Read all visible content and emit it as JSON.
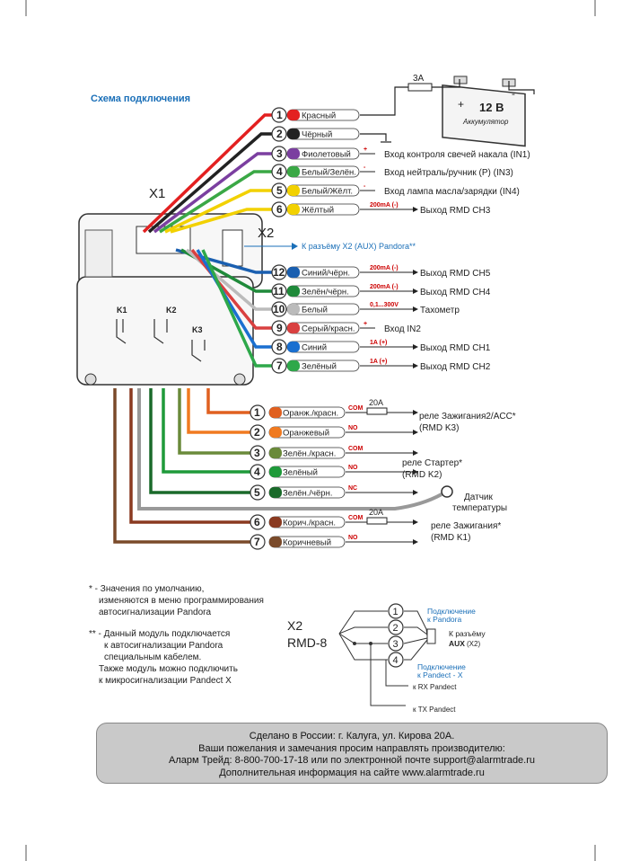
{
  "title": "Схема подключения",
  "x1_label": "X1",
  "x2_label": "X2",
  "x2_rmd_label_1": "X2",
  "x2_rmd_label_2": "RMD-8",
  "battery": {
    "fuse": "3A",
    "voltage": "12 В",
    "name": "Аккумулятор",
    "plus": "+",
    "minus": "-"
  },
  "x2_arrow_text": "К разъёму X2 (AUX) Pandora**",
  "x1_wires": [
    {
      "num": "1",
      "label": "Красный",
      "color": "#e32020",
      "desc": ""
    },
    {
      "num": "2",
      "label": "Чёрный",
      "color": "#222222",
      "desc": ""
    },
    {
      "num": "3",
      "label": "Фиолетовый",
      "color": "#7b3fa0",
      "desc": "Вход контроля свечей накала (IN1)",
      "mark": "+"
    },
    {
      "num": "4",
      "label": "Белый/Зелён.",
      "color": "#3aa845",
      "desc": "Вход нейтраль/ручник (P) (IN3)",
      "mark": "-"
    },
    {
      "num": "5",
      "label": "Белый/Жёлт.",
      "color": "#f2d100",
      "desc": "Вход лампа масла/зарядки (IN4)",
      "mark": "-"
    },
    {
      "num": "6",
      "label": "Жёлтый",
      "color": "#f2d100",
      "desc": "Выход RMD CH3",
      "mark": "200mA (-)"
    },
    {
      "num": "12",
      "label": "Синий/чёрн.",
      "color": "#1a5fb0",
      "desc": "Выход RMD CH5",
      "mark": "200mA (-)"
    },
    {
      "num": "11",
      "label": "Зелён/чёрн.",
      "color": "#1f8a3a",
      "desc": "Выход RMD CH4",
      "mark": "200mA (-)"
    },
    {
      "num": "10",
      "label": "Белый",
      "color": "#bbbbbb",
      "desc": "Тахометр",
      "mark": "0,1...300V"
    },
    {
      "num": "9",
      "label": "Серый/красн.",
      "color": "#d94040",
      "desc": "Вход IN2",
      "mark": "+"
    },
    {
      "num": "8",
      "label": "Синий",
      "color": "#1a6fd0",
      "desc": "Выход RMD CH1",
      "mark": "1A (+)"
    },
    {
      "num": "7",
      "label": "Зелёный",
      "color": "#2ea84a",
      "desc": "Выход RMD CH2",
      "mark": "1A (+)"
    }
  ],
  "relays": {
    "k1": "K1",
    "k2": "K2",
    "k3": "K3"
  },
  "x1b_wires": [
    {
      "num": "1",
      "label": "Оранж./красн.",
      "color": "#e06020",
      "mark": "COM"
    },
    {
      "num": "2",
      "label": "Оранжевый",
      "color": "#f07a20",
      "mark": "NO"
    },
    {
      "num": "3",
      "label": "Зелён./красн.",
      "color": "#6a8a3a",
      "mark": "COM"
    },
    {
      "num": "4",
      "label": "Зелёный",
      "color": "#1f9a3a",
      "mark": "NO"
    },
    {
      "num": "5",
      "label": "Зелён./чёрн.",
      "color": "#1a6a2a",
      "mark": "NC"
    },
    {
      "num": "6",
      "label": "Корич./красн.",
      "color": "#8a3a20",
      "mark": "COM"
    },
    {
      "num": "7",
      "label": "Коричневый",
      "color": "#7a4a2a",
      "mark": "NO"
    }
  ],
  "fuse_20a_1": "20A",
  "fuse_20a_2": "20A",
  "relay_descs": {
    "ign2_1": "реле Зажигания2/ACC*",
    "ign2_2": "(RMD K3)",
    "starter_1": "реле Стартер*",
    "starter_2": "(RMD K2)",
    "ign_1": "реле Зажигания*",
    "ign_2": "(RMD K1)"
  },
  "temp_sensor_1": "Датчик",
  "temp_sensor_2": "температуры",
  "notes": {
    "n1_a": "* - Значения по умолчанию,",
    "n1_b": "изменяются в меню программирования",
    "n1_c": "автосигнализации Pandora",
    "n2_a": "** - Данный модуль подключается",
    "n2_b": "к автосигнализации Pandora",
    "n2_c": "специальным кабелем.",
    "n2_d": "Также модуль можно подключить",
    "n2_e": "к микросигнализации Pandect X"
  },
  "x2_conn": {
    "pins": [
      "1",
      "2",
      "3",
      "4"
    ],
    "pandora_1": "Подключение",
    "pandora_2": "к Pandora",
    "aux_1": "К разъёму",
    "aux_2": "AUX",
    "aux_3": "(X2)",
    "pandect_1": "Подключение",
    "pandect_2": "к Pandect - X",
    "rx": "к RX Pandect",
    "tx": "к TX Pandect"
  },
  "footer": {
    "line1": "Сделано в России: г. Калуга, ул. Кирова 20А.",
    "line2": "Ваши пожелания и замечания просим направлять производителю:",
    "line3": "Аларм Трейд: 8-800-700-17-18 или по электронной почте support@alarmtrade.ru",
    "line4": "Дополнительная информация на сайте www.alarmtrade.ru"
  }
}
